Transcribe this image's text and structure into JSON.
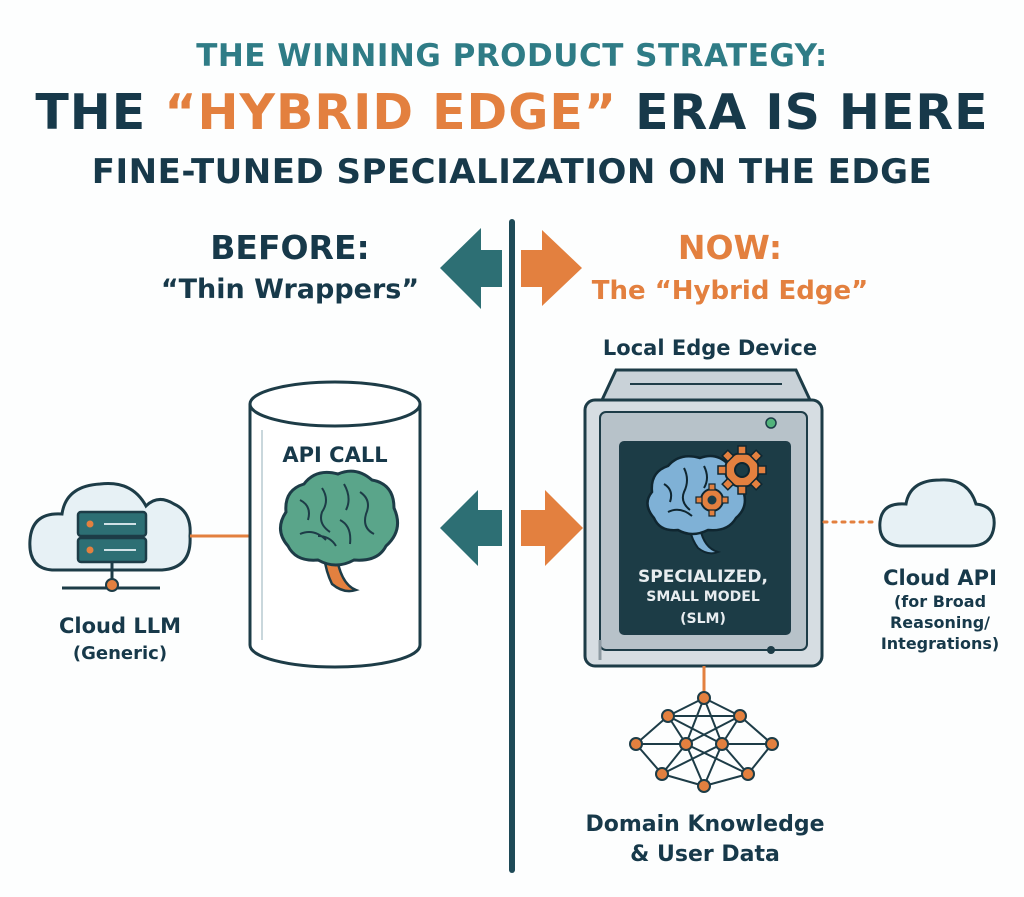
{
  "header": {
    "line1": "THE WINNING PRODUCT STRATEGY:",
    "line2_pre": "THE ",
    "line2_highlight": "“HYBRID EDGE”",
    "line2_post": " ERA IS HERE",
    "line3": "FINE-TUNED SPECIALIZATION ON THE EDGE"
  },
  "before": {
    "title": "BEFORE:",
    "subtitle": "“Thin Wrappers”",
    "api_call": "API CALL",
    "cloud_llm": "Cloud LLM",
    "cloud_llm_sub": "(Generic)"
  },
  "now": {
    "title": "NOW:",
    "subtitle": "The “Hybrid Edge”",
    "device_label": "Local Edge Device",
    "model_line1": "SPECIALIZED,",
    "model_line2": "SMALL MODEL",
    "model_line3": "(SLM)",
    "cloud_api": "Cloud API",
    "cloud_api_sub1": "(for Broad",
    "cloud_api_sub2": "Reasoning/",
    "cloud_api_sub3": "Integrations)",
    "domain_line1": "Domain Knowledge",
    "domain_line2": "& User Data"
  },
  "colors": {
    "teal": "#2d6f74",
    "orange": "#e3803f",
    "navy": "#17394a",
    "light_teal_fill": "#e7f1f5",
    "brain_green": "#5aa58a",
    "brain_blue": "#7fb1d6"
  },
  "icons": [
    "divider-arrow-left-icon",
    "divider-arrow-right-icon",
    "cloud-server-icon",
    "cylinder-icon",
    "brain-icon",
    "edge-device-icon",
    "brain-gears-icon",
    "cloud-icon",
    "neural-network-icon"
  ]
}
